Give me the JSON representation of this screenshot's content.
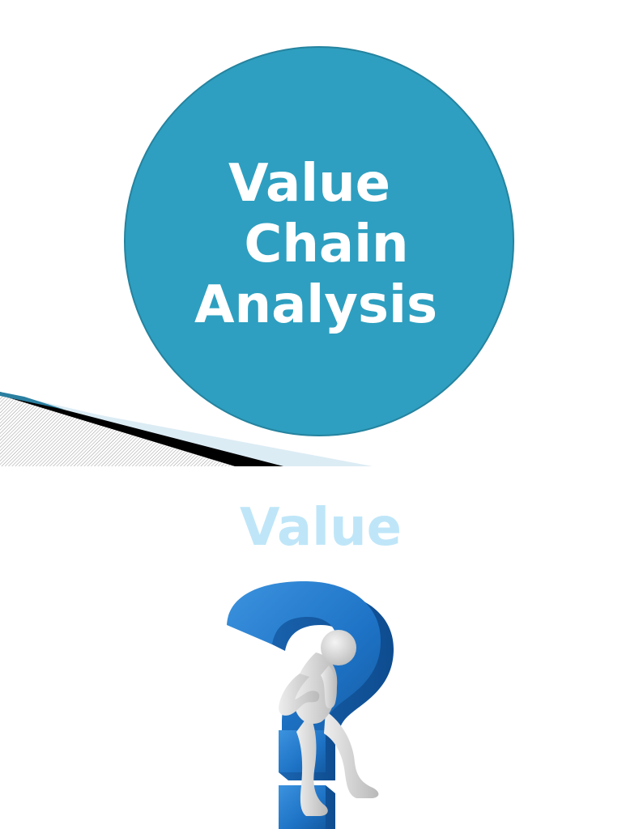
{
  "slide1": {
    "title_line1": "Value",
    "title_line2": "Chain",
    "title_line3": "Analysis"
  },
  "slide2": {
    "title": "Value"
  },
  "colors": {
    "circle_fill": "#2e9fc0",
    "slide2_title": "#bfe6f8",
    "question_mark": "#1e73c6"
  },
  "icons": {
    "figure": "question-mark-thinker-icon"
  }
}
